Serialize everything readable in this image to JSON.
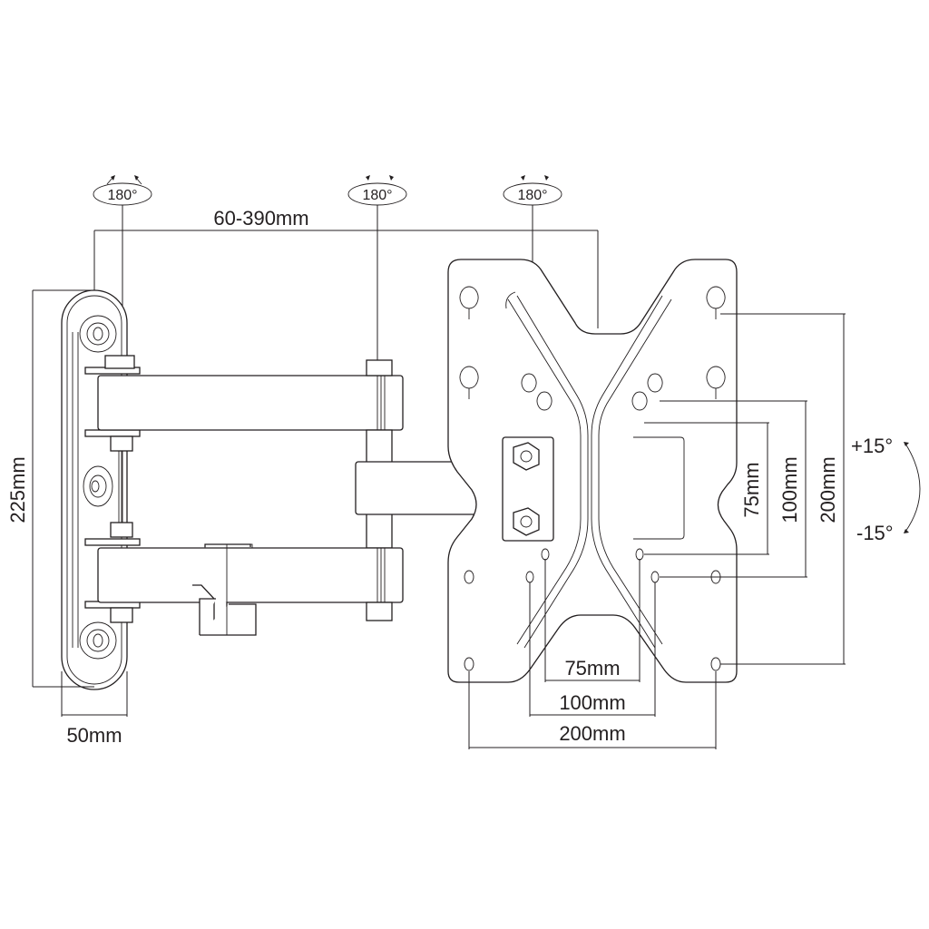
{
  "diagram": {
    "subject": "full-motion TV wall mount dimension drawing",
    "colors": {
      "line": "#231f20",
      "background": "#ffffff"
    },
    "swivel_labels": [
      {
        "id": "wall-pivot",
        "label": "180°"
      },
      {
        "id": "elbow-pivot",
        "label": "180°"
      },
      {
        "id": "plate-pivot",
        "label": "180°"
      }
    ],
    "dimensions": {
      "extension": "60-390mm",
      "wall_plate_height": "225mm",
      "wall_plate_depth": "50mm",
      "vesa_horizontal": [
        "75mm",
        "100mm",
        "200mm"
      ],
      "vesa_vertical": [
        "75mm",
        "100mm",
        "200mm"
      ]
    },
    "tilt": {
      "up": "+15°",
      "down": "-15°"
    }
  }
}
